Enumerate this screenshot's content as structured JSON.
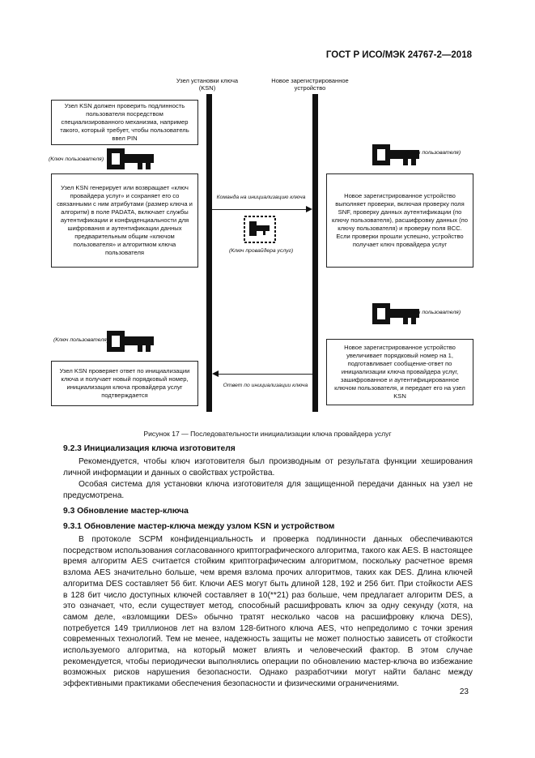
{
  "header": {
    "standard_id": "ГОСТ Р ИСО/МЭК 24767-2—2018"
  },
  "diagram": {
    "lane_left_label": "Узел установки ключа\n(KSN)",
    "lane_right_label": "Новое зарегистрированное\nустройство",
    "box1": "Узел KSN должен проверить подлинность пользователя посредством специализированного механизма, например такого, который требует, чтобы пользователь ввел PIN",
    "key_label_1": "(Ключ пользователя)",
    "key_label_2": "(Ключ пользователя)",
    "box2": "Узел KSN генерирует или возвращает «ключ провайдера услуг» и сохраняет его со связанными с ним атрибутами (размер ключа и алгоритм) в поле PADATA, включает службы аутентификации и конфиденциальности для шифрования и аутентификации данных предварительным общим «ключом пользователя» и алгоритмом ключа пользователя",
    "arrow1_label": "Команда на инициализацию ключа",
    "provider_key_label": "(Ключ провайдера услуг)",
    "box3": "Новое зарегистрированное устройство выполняет проверки, включая проверку поля SNF, проверку данных аутентификации (по ключу пользователя), расшифровку данных (по ключу пользователя) и проверку поля BCC. Если проверки прошли успешно, устройство получает ключ провайдера услуг",
    "key_label_3": "(Ключ пользователя)",
    "key_label_4": "(Ключ пользователя)",
    "box4": "Новое зарегистрированное устройство увеличивает порядковый номер на 1, подготавливает сообщение-ответ по инициализации ключа провайдера услуг, зашифрованное и аутентифицированное ключом пользователя, и передает его на узел KSN",
    "arrow2_label": "Ответ по инициализации ключа",
    "box5": "Узел KSN проверяет ответ по инициализации ключа и получает новый порядковый номер, инициализация ключа провайдера услуг подтверждается"
  },
  "caption": "Рисунок 17 — Последовательности инициализации ключа провайдера услуг",
  "sections": {
    "s923_title": "9.2.3 Инициализация ключа изготовителя",
    "s923_p1": "Рекомендуется, чтобы ключ изготовителя был производным от результата функции хеширования личной информации и данных о свойствах устройства.",
    "s923_p2": "Особая система для установки ключа изготовителя для защищенной передачи данных на узел не предусмотрена.",
    "s93_title": "9.3 Обновление мастер-ключа",
    "s931_title": "9.3.1 Обновление мастер-ключа между узлом KSN и устройством",
    "s931_p1": "В протоколе SCPM конфиденциальность и проверка подлинности данных обеспечиваются посредством использования согласованного криптографического алгоритма, такого как AES. В настоящее время алгоритм AES считается стойким криптографическим алгоритмом, поскольку расчетное время взлома AES значительно больше, чем время взлома прочих алгоритмов, таких как DES. Длина ключей алгоритма DES составляет 56 бит. Ключи AES могут быть длиной 128, 192 и 256 бит. При стойкости AES в 128 бит число доступных ключей составляет в 10(**21) раз больше, чем предлагает алгоритм DES, а это означает, что, если существует метод, способный расшифровать ключ за одну секунду (хотя, на самом деле, «взломщики DES» обычно тратят несколько часов на расшифровку ключа DES), потребуется 149 триллионов лет на взлом 128-битного ключа AES, что непредолимо с точки зрения современных технологий. Тем не менее, надежность защиты не может полностью зависеть от стойкости используемого алгоритма, на который может влиять и человеческий фактор. В этом случае рекомендуется, чтобы периодически выполнялись операции по обновлению мастер-ключа во избежание возможных рисков нарушения безопасности. Однако разработчики могут найти баланс между эффективными практиками обеспечения безопасности и физическими ограничениями."
  },
  "page_number": "23"
}
